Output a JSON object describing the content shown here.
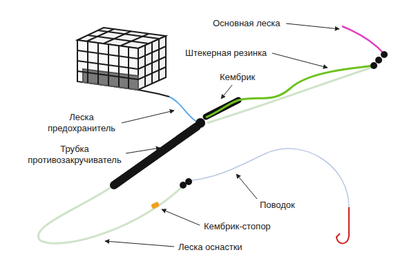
{
  "diagram": {
    "labels": [
      "Основная леска",
      "Штекерная резинка",
      "Кембрик",
      "Леска предохранитель",
      "Трубка противозакручиватель",
      "Поводок",
      "Кембрик-стопор",
      "Леска оснастки"
    ]
  }
}
